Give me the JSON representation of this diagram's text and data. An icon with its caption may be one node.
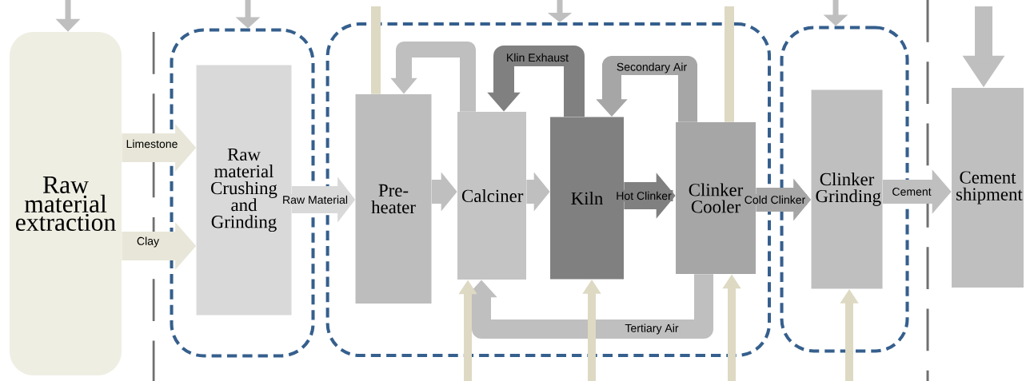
{
  "diagram": {
    "nodes": [
      {
        "text": [
          "Raw material extraction"
        ]
      },
      {
        "text": [],
        "shape": "box"
      },
      {
        "text": [
          "Raw material Crushing and Grinding"
        ],
        "in": 1
      },
      {
        "text": [],
        "shape": "box"
      },
      {
        "text": [
          "Pre- heater"
        ],
        "in": 3
      },
      {
        "text": [
          "Calciner"
        ],
        "in": 3
      },
      {
        "text": [
          "Kiln"
        ],
        "in": 3
      },
      {
        "text": [
          "Clinker Cooler"
        ],
        "in": 3
      },
      {
        "text": [],
        "shape": "box"
      },
      {
        "text": [
          "Clinker Grinding"
        ],
        "in": 8
      },
      {
        "text": [
          "Cement shipment"
        ]
      }
    ],
    "edges": [
      {
        "from": 0,
        "to": 2,
        "arrow": "to",
        "label": "Limestone",
        "color": "#e8e6d8"
      },
      {
        "from": 0,
        "to": 2,
        "arrow": "to",
        "label": "Clay",
        "color": "#e8e6d8"
      },
      {
        "from": 2,
        "to": 4,
        "arrow": "to",
        "label": "Raw Material",
        "color": "#d9d9d9"
      },
      {
        "from": 4,
        "to": 5,
        "arrow": "to"
      },
      {
        "from": 5,
        "to": 6,
        "arrow": "to"
      },
      {
        "from": 6,
        "to": 7,
        "arrow": "to",
        "label": "Hot Clinker",
        "color": "#808080"
      },
      {
        "from": 7,
        "to": 9,
        "arrow": "to",
        "label": "Cold Clinker",
        "color": "#a6a6a6"
      },
      {
        "from": 9,
        "to": 10,
        "arrow": "to",
        "label": "Cement"
      },
      {
        "from": 5,
        "to": 4,
        "arrow": "to"
      },
      {
        "from": 6,
        "to": 5,
        "arrow": "to",
        "label": "Klin Exhaust",
        "color": "#808080"
      },
      {
        "from": 7,
        "to": 6,
        "arrow": "to",
        "label": "Secondary Air",
        "color": "#a6a6a6"
      },
      {
        "from": 7,
        "to": 5,
        "arrow": "to",
        "label": "Tertiary Air"
      },
      {
        "from": null,
        "to": 4,
        "arrow": "none",
        "color": "#ddd9c3"
      },
      {
        "from": null,
        "to": 7,
        "arrow": "none",
        "color": "#ddd9c3"
      },
      {
        "from": null,
        "to": 5,
        "arrow": "to",
        "color": "#ddd9c3"
      },
      {
        "from": null,
        "to": 6,
        "arrow": "to",
        "color": "#ddd9c3"
      },
      {
        "from": null,
        "to": 7,
        "arrow": "to",
        "color": "#ddd9c3"
      },
      {
        "from": null,
        "to": 9,
        "arrow": "to",
        "color": "#ddd9c3"
      },
      {
        "from": null,
        "to": 0,
        "arrow": "to"
      },
      {
        "from": null,
        "to": 1,
        "arrow": "to"
      },
      {
        "from": null,
        "to": 3,
        "arrow": "to"
      },
      {
        "from": null,
        "to": 8,
        "arrow": "to"
      },
      {
        "from": null,
        "to": 10,
        "arrow": "to"
      }
    ]
  }
}
